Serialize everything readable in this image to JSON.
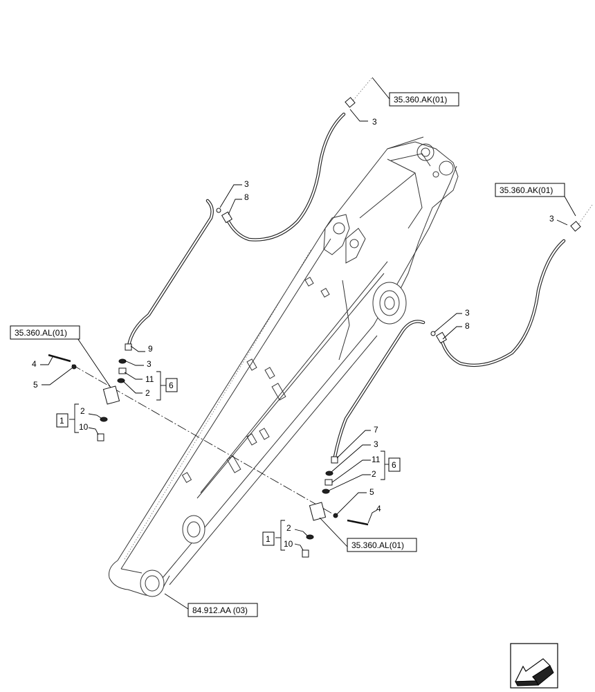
{
  "references": {
    "ak_top": "35.360.AK(01)",
    "ak_right": "35.360.AK(01)",
    "al_left": "35.360.AL(01)",
    "al_right": "35.360.AL(01)",
    "boom": "84.912.AA (03)"
  },
  "left_callouts": {
    "n3_hose_top": "3",
    "n3_fitting": "3",
    "n8": "8",
    "n9": "9",
    "n3_stack": "3",
    "n11": "11",
    "n2_stack": "2",
    "n6": "6",
    "n4": "4",
    "n5": "5",
    "n1": "1",
    "n2_sub": "2",
    "n10": "10"
  },
  "right_callouts": {
    "n3_hose_top": "3",
    "n3_fitting": "3",
    "n8": "8",
    "n7": "7",
    "n3_stack": "3",
    "n11": "11",
    "n2_stack": "2",
    "n6": "6",
    "n5": "5",
    "n4": "4",
    "n1": "1",
    "n2_sub": "2",
    "n10": "10"
  },
  "icons": {
    "view_direction": "arrow-view-icon"
  }
}
